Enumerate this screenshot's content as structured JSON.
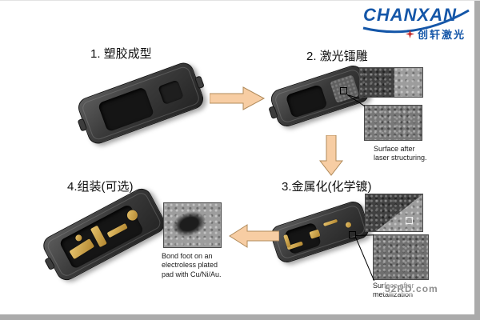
{
  "logo": {
    "brand": "CHANXAN",
    "subtitle": "创轩激光"
  },
  "steps": {
    "step1": {
      "label": "1. 塑胶成型"
    },
    "step2": {
      "label": "2. 激光镭雕",
      "caption": "Surface after laser structuring."
    },
    "step3": {
      "label": "3.金属化(化学镀)",
      "caption": "Surface after metallization"
    },
    "step4": {
      "label": "4.组装(可选)",
      "caption": "Bond foot on an electroless plated pad with Cu/Ni/Au."
    }
  },
  "watermark": "52RD.com",
  "colors": {
    "brand_blue": "#1456a8",
    "arrow_fill": "#f7cda3",
    "arrow_outline": "#b08a5a",
    "plating_gold": "#c89b4a"
  }
}
